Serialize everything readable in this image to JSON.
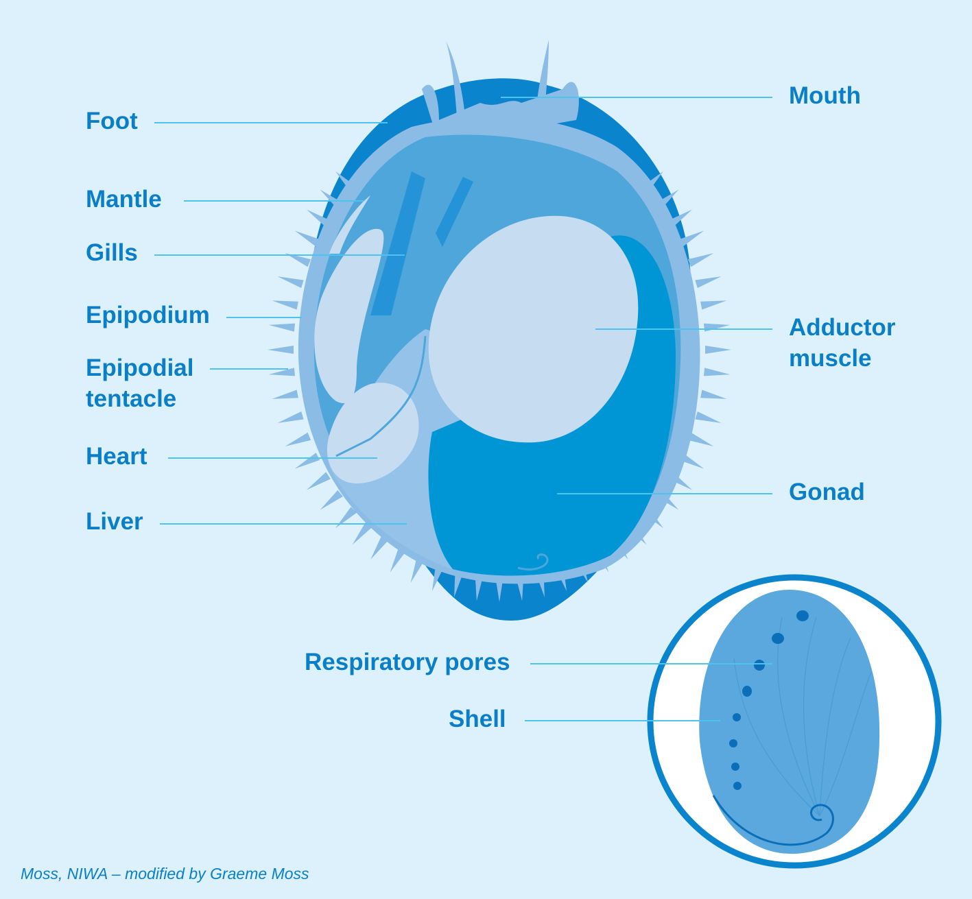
{
  "labels": {
    "foot": "Foot",
    "mantle": "Mantle",
    "gills": "Gills",
    "epipodium": "Epipodium",
    "epipodial_tentacle_1": "Epipodial",
    "epipodial_tentacle_2": "tentacle",
    "heart": "Heart",
    "liver": "Liver",
    "mouth": "Mouth",
    "adductor_1": "Adductor",
    "adductor_2": "muscle",
    "gonad": "Gonad",
    "respiratory_pores": "Respiratory pores",
    "shell": "Shell"
  },
  "credit": "Moss, NIWA – modified by Graeme Moss",
  "colors": {
    "background": "#dcf1fb",
    "label_text": "#0a7fc7",
    "leader_line": "#4fc3ef",
    "shell_dark": "#0a84cc",
    "body_mid": "#4ea6db",
    "body_light": "#8bbce6",
    "organ_pale": "#c6ddf1",
    "gonad": "#0096d6"
  }
}
